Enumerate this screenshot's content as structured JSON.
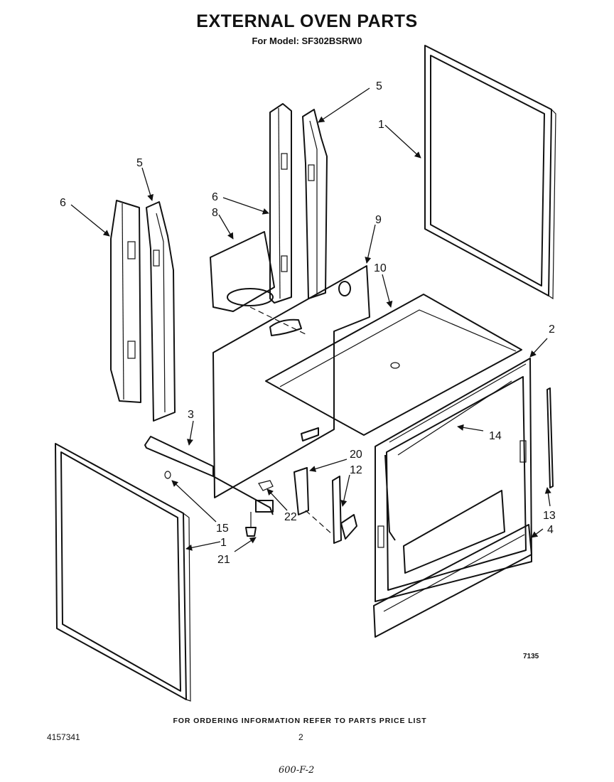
{
  "header": {
    "title": "EXTERNAL OVEN PARTS",
    "subtitle": "For Model: SF302BSRW0"
  },
  "callouts": {
    "c1_top": "1",
    "c1_bottom": "1",
    "c2": "2",
    "c3": "3",
    "c4": "4",
    "c5_left": "5",
    "c5_right": "5",
    "c6_left": "6",
    "c6_center": "6",
    "c8": "8",
    "c9": "9",
    "c10": "10",
    "c12": "12",
    "c13": "13",
    "c14": "14",
    "c15": "15",
    "c20": "20",
    "c21": "21",
    "c22": "22"
  },
  "figure_code": "7135",
  "footer": {
    "note": "FOR ORDERING INFORMATION REFER TO PARTS PRICE LIST",
    "doc_number": "4157341",
    "page_number": "2",
    "handwritten": "600-F-2"
  }
}
